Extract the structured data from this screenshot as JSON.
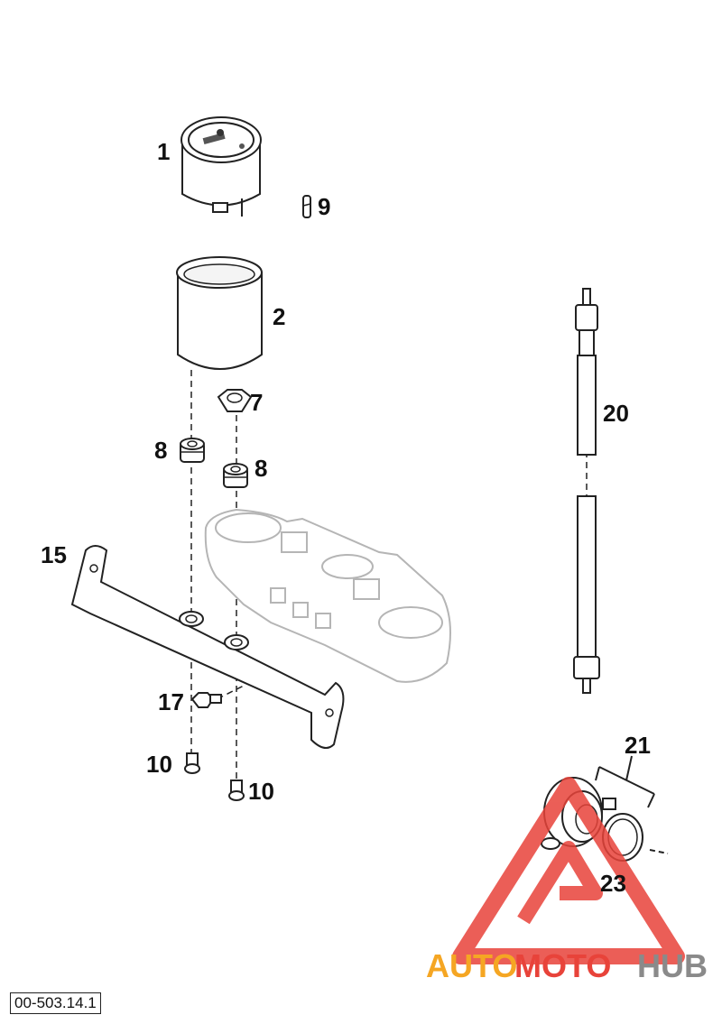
{
  "diagram": {
    "callouts": [
      {
        "id": "c1",
        "label": "1"
      },
      {
        "id": "c2",
        "label": "2"
      },
      {
        "id": "c7",
        "label": "7"
      },
      {
        "id": "c8a",
        "label": "8"
      },
      {
        "id": "c8b",
        "label": "8"
      },
      {
        "id": "c9",
        "label": "9"
      },
      {
        "id": "c10a",
        "label": "10"
      },
      {
        "id": "c10b",
        "label": "10"
      },
      {
        "id": "c15",
        "label": "15"
      },
      {
        "id": "c17",
        "label": "17"
      },
      {
        "id": "c20",
        "label": "20"
      },
      {
        "id": "c21",
        "label": "21"
      },
      {
        "id": "c23",
        "label": "23"
      }
    ],
    "reference_code": "00-503.14.1"
  },
  "watermark": {
    "auto": "AUTO",
    "moto": "MOTO",
    "hub": "HUB",
    "colors": {
      "auto": "#f5a623",
      "moto": "#e8433a",
      "hub": "#8a8a8a",
      "logo": "#e8433a"
    }
  }
}
